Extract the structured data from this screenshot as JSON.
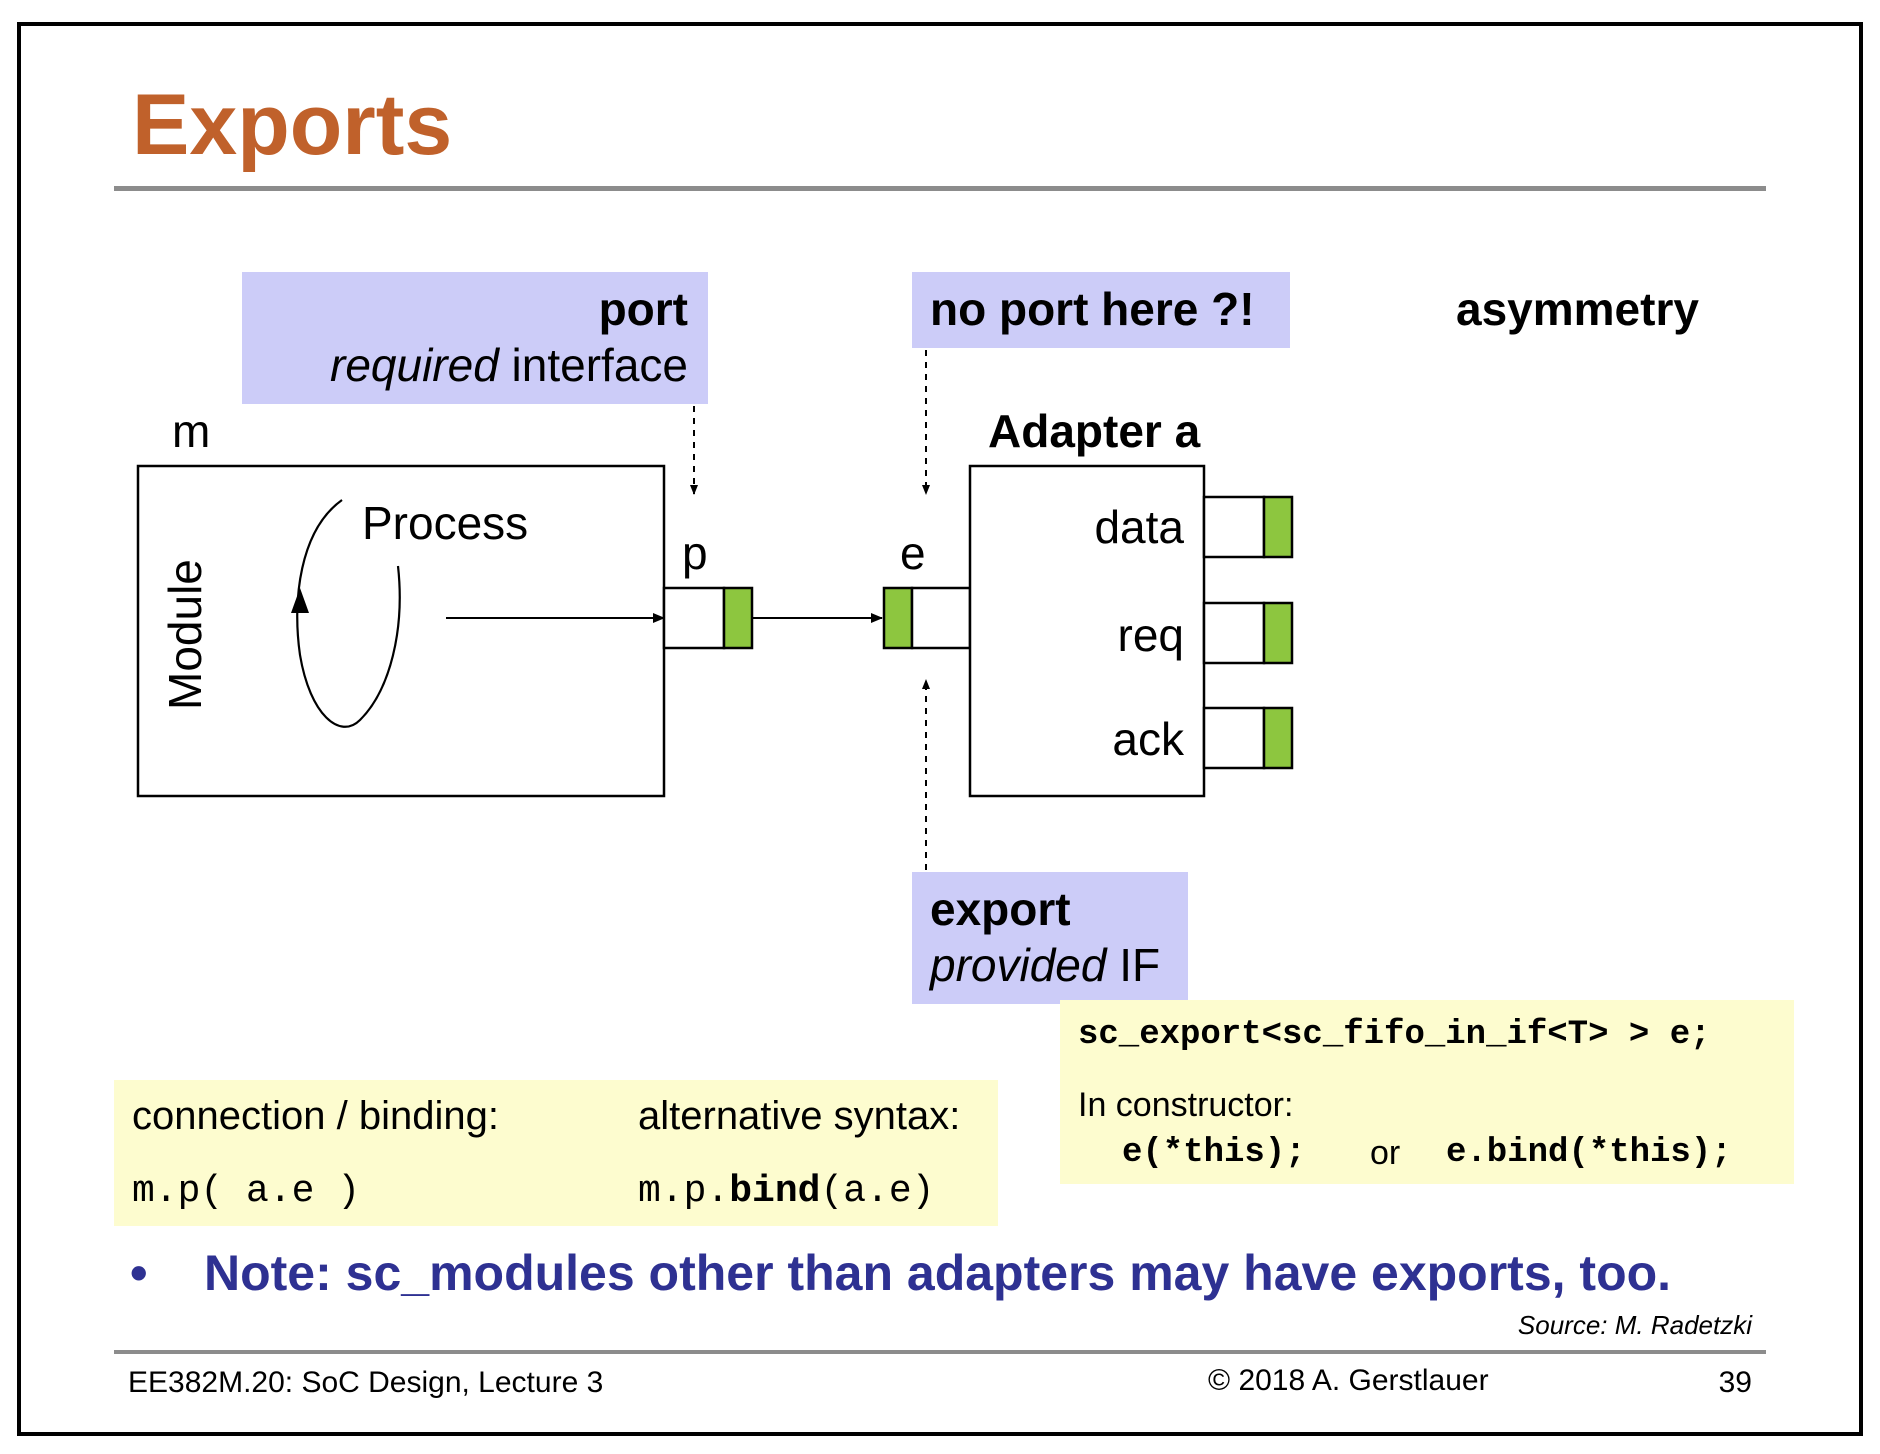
{
  "title": "Exports",
  "callouts": {
    "port": {
      "title": "port",
      "sub_italic": "required",
      "sub_rest": " interface"
    },
    "no_port": {
      "text": "no port here ?!"
    },
    "export": {
      "title": "export",
      "sub_italic": "provided",
      "sub_rest": " IF"
    }
  },
  "asymmetry": "asymmetry",
  "diagram": {
    "module_instance": "m",
    "module_label": "Module",
    "process_label": "Process",
    "port_label": "p",
    "export_label": "e",
    "adapter_title": "Adapter a",
    "adapter_ports": [
      "data",
      "req",
      "ack"
    ],
    "colors": {
      "port_fill": "#8dc63f",
      "callout_bg": "#ccccf8",
      "title": "#c0612b"
    }
  },
  "binding_box": {
    "left_heading": "connection / binding:",
    "right_heading": "alternative syntax:",
    "left_code": "m.p( a.e )",
    "right_code_pre": "m.p.",
    "right_code_bold": "bind",
    "right_code_post": "(a.e)"
  },
  "export_code_box": {
    "decl": "sc_export<sc_fifo_in_if<T> > e;",
    "constructor_label": "In constructor:",
    "code1": "e(*this);",
    "or": "or",
    "code2": "e.bind(*this);"
  },
  "note": {
    "bullet": "•",
    "text": "Note: sc_modules other than adapters may have exports, too.",
    "color": "#2e3192"
  },
  "source": "Source: M. Radetzki",
  "footer": {
    "course": "EE382M.20: SoC Design, Lecture 3",
    "copyright": "© 2018 A. Gerstlauer",
    "page": "39"
  }
}
